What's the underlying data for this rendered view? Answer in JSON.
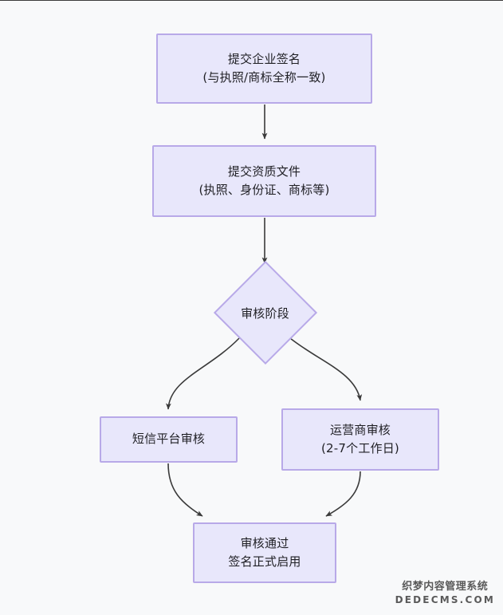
{
  "diagram": {
    "type": "flowchart",
    "direction": "top-down",
    "background_color": "#f8f9fa",
    "node_fill_color": "#e8e7fb",
    "node_border_color": "#b8a9e8",
    "edge_color": "#3a3a3a",
    "text_color": "#1f1f24",
    "nodes": [
      {
        "id": "submit-signature",
        "shape": "rectangle",
        "lines": [
          "提交企业签名",
          "(与执照/商标全称一致)"
        ]
      },
      {
        "id": "submit-documents",
        "shape": "rectangle",
        "lines": [
          "提交资质文件",
          "(执照、身份证、商标等)"
        ]
      },
      {
        "id": "review-stage",
        "shape": "diamond",
        "lines": [
          "审核阶段"
        ]
      },
      {
        "id": "sms-platform-review",
        "shape": "rectangle",
        "lines": [
          "短信平台审核"
        ]
      },
      {
        "id": "carrier-review",
        "shape": "rectangle",
        "lines": [
          "运营商审核",
          "(2-7个工作日)"
        ]
      },
      {
        "id": "review-passed",
        "shape": "rectangle",
        "lines": [
          "审核通过",
          "签名正式启用"
        ]
      }
    ],
    "edges": [
      {
        "from": "submit-signature",
        "to": "submit-documents",
        "style": "straight",
        "arrow": true
      },
      {
        "from": "submit-documents",
        "to": "review-stage",
        "style": "straight",
        "arrow": true
      },
      {
        "from": "review-stage",
        "to": "sms-platform-review",
        "style": "curved",
        "arrow": true
      },
      {
        "from": "review-stage",
        "to": "carrier-review",
        "style": "curved",
        "arrow": true
      },
      {
        "from": "sms-platform-review",
        "to": "review-passed",
        "style": "curved",
        "arrow": true
      },
      {
        "from": "carrier-review",
        "to": "review-passed",
        "style": "curved",
        "arrow": true
      }
    ]
  },
  "watermark": {
    "cn": "织梦内容管理系统",
    "en": "DEDECMS.COM"
  }
}
